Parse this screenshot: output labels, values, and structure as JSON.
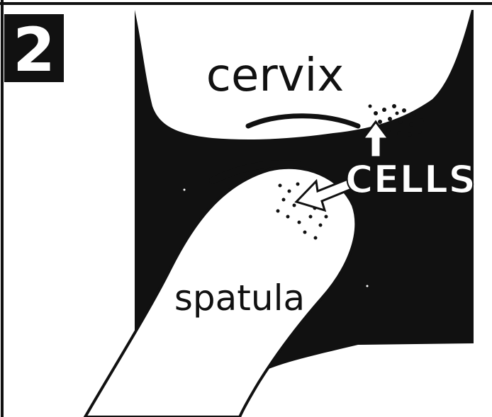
{
  "step_number": "2",
  "labels": {
    "cervix": "cervix",
    "cells": "CELLS",
    "spatula": "spatula"
  },
  "colors": {
    "ink": "#111111",
    "paper": "#ffffff"
  }
}
